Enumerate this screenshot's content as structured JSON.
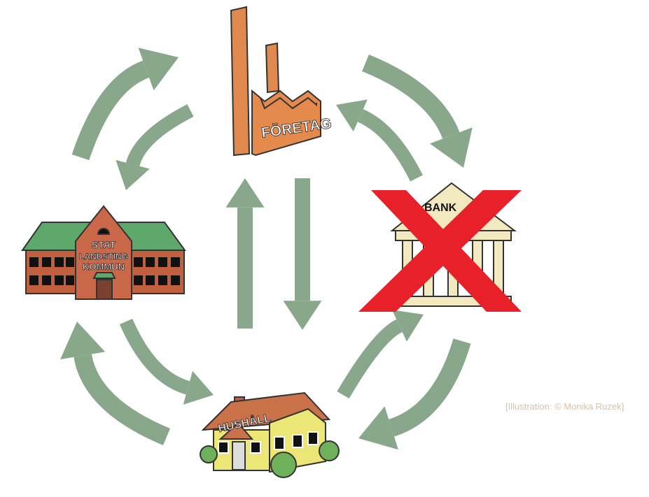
{
  "nodes": {
    "company": "FÖRETAG",
    "bank": "BANK",
    "government": {
      "line1": "STAT",
      "line2": "LANDSTING",
      "line3": "KOMMUN"
    },
    "household": "HUSHÅLL"
  },
  "credit": "[Illustration: © Monika Ruzek]",
  "colors": {
    "arrow": "#89a88b",
    "cross": "#e8202a",
    "brick": "#c0603f",
    "roof": "#5ea86b",
    "factory": "#e0894f",
    "house": "#e8e070"
  }
}
